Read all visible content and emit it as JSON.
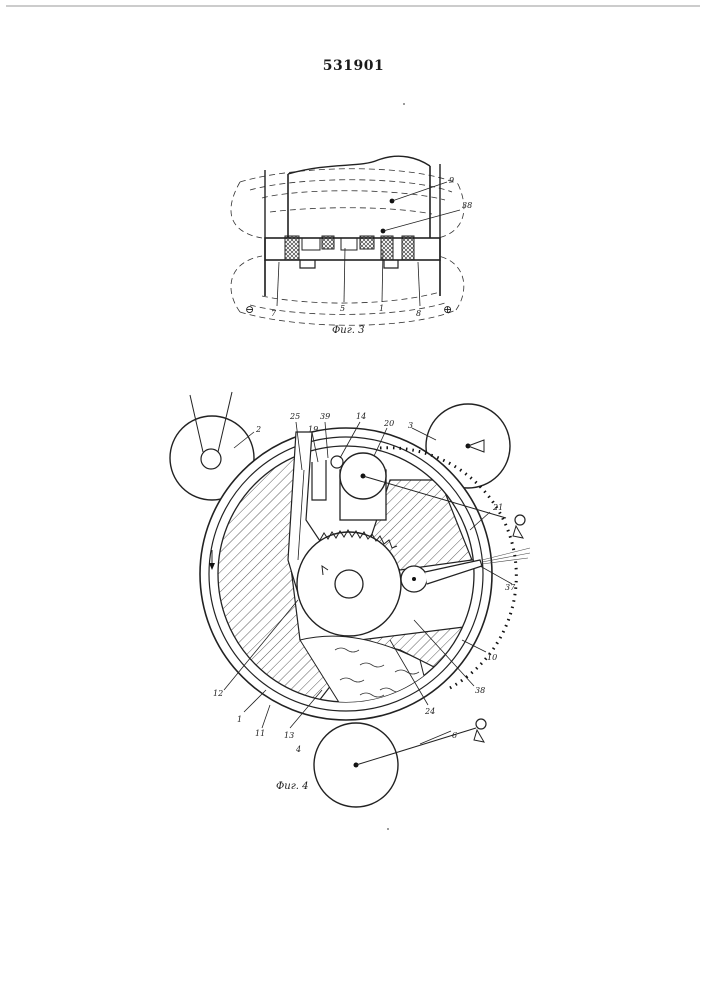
{
  "patent_number": "531901",
  "figure3": {
    "caption": "Фиг. 3",
    "labels": {
      "l9": "9",
      "l38": "38",
      "l7": "7",
      "l5": "5",
      "l1": "1",
      "l8": "8"
    },
    "minus_sign": "⊖",
    "plus_sign": "⊕"
  },
  "figure4": {
    "caption": "Фиг. 4",
    "labels": {
      "l25": "25",
      "l39": "39",
      "l14": "14",
      "l20": "20",
      "l19": "19",
      "l2": "2",
      "l3": "3",
      "l21": "21",
      "l37": "37",
      "l10": "10",
      "l38": "38",
      "l24": "24",
      "l12": "12",
      "l1": "1",
      "l11": "11",
      "l13": "13",
      "l4": "4",
      "l6": "6"
    }
  }
}
